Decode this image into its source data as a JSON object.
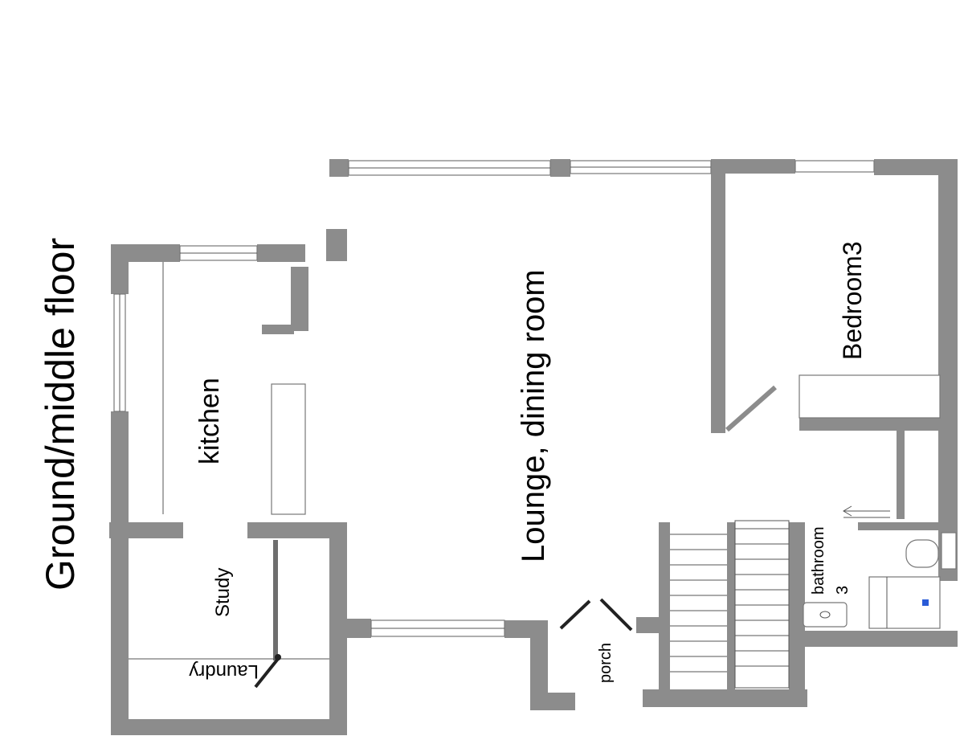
{
  "floor_title": "Ground/middle floor",
  "rooms": {
    "lounge": "Lounge, dining room",
    "kitchen": "kitchen",
    "bedroom": "Bedroom3",
    "study": "Study",
    "laundry": "Laundry",
    "porch": "porch",
    "bathroom_line1": "bathroom",
    "bathroom_line2": "3"
  },
  "colors": {
    "wall": "#8c8c8c",
    "line": "#555555",
    "text": "#000000",
    "background": "#ffffff"
  }
}
